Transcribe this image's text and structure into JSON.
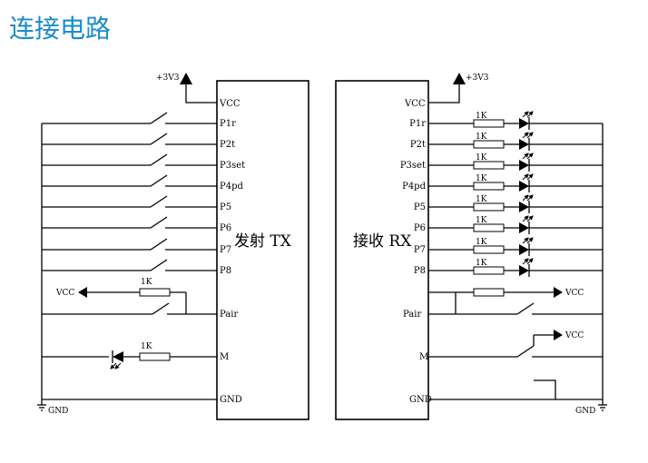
{
  "title": "连接电路",
  "tx": {
    "name": "发射 TX",
    "supply": "+3V3",
    "vcc_pin": "VCC",
    "pins": [
      "P1r",
      "P2t",
      "P3set",
      "P4pd",
      "P5",
      "P6",
      "P7",
      "P8"
    ],
    "pair_pin": "Pair",
    "m_pin": "M",
    "gnd_pin": "GND",
    "pair_vcc": "VCC",
    "pair_resistor": "1K",
    "m_resistor": "1K",
    "gnd_label": "GND"
  },
  "rx": {
    "name": "接收 RX",
    "supply": "+3V3",
    "vcc_pin": "VCC",
    "pins": [
      "P1r",
      "P2t",
      "P3set",
      "P4pd",
      "P5",
      "P6",
      "P7",
      "P8"
    ],
    "led_resistor": "1K",
    "pair_pin": "Pair",
    "m_pin": "M",
    "gnd_pin": "GND",
    "pair_vcc": "VCC",
    "m_vcc": "VCC",
    "gnd_label": "GND"
  }
}
